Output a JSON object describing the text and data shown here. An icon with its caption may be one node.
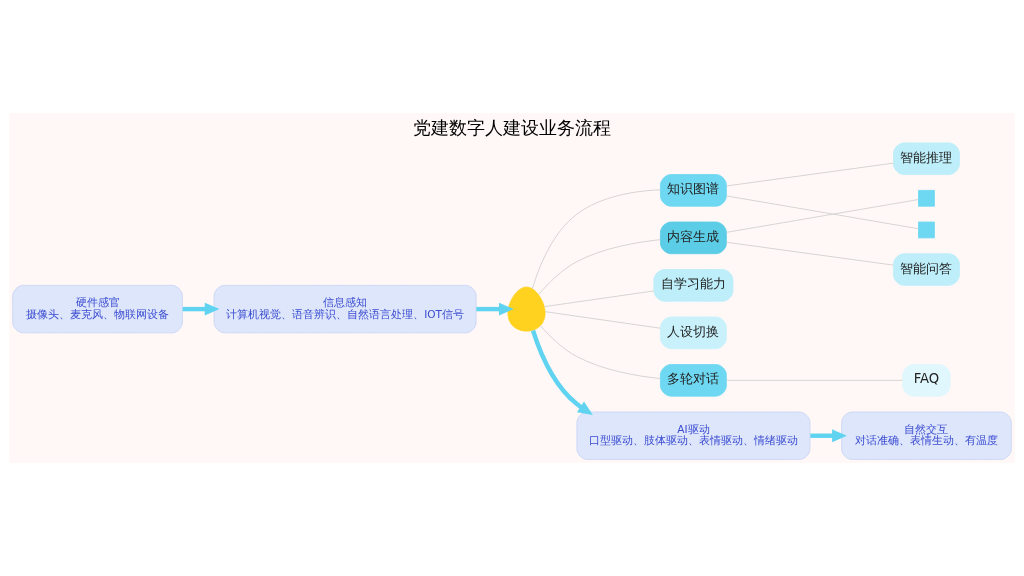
{
  "diagram": {
    "title": "党建数字人建设业务流程",
    "nodes": [
      {
        "text": [
          "智能推理"
        ]
      },
      {
        "text": [
          "自学习能力"
        ]
      },
      {
        "text": [
          "知识图谱"
        ]
      },
      {
        "text": [],
        "shape": "box"
      },
      {
        "text": [
          "内容生成"
        ]
      },
      {
        "text": [
          "智能问答"
        ]
      },
      {
        "text": [],
        "shape": "box"
      },
      {
        "text": [],
        "shape": "picture"
      },
      {
        "text": [
          "FAQ"
        ]
      },
      {
        "text": [
          "人设切换"
        ]
      },
      {
        "text": [
          "多轮对话"
        ]
      },
      {
        "text": [
          "信息感知",
          "计算机视觉、语音辨识、自然语言处理、IOT信号"
        ]
      },
      {
        "text": [
          "AI驱动",
          "口型驱动、肢体驱动、表情驱动、情绪驱动"
        ]
      },
      {
        "text": [
          "硬件感官",
          "摄像头、麦克风、物联网设备"
        ]
      },
      {
        "text": [
          "自然交互",
          "对话准确、表情生动、有温度"
        ]
      }
    ],
    "edges": [
      {
        "from": 13,
        "to": 11,
        "arrow": "to",
        "style": "thick",
        "color": "#5fd3f0"
      },
      {
        "from": 11,
        "to": 7,
        "arrow": "to",
        "style": "thick",
        "color": "#5fd3f0"
      },
      {
        "from": 7,
        "to": 12,
        "arrow": "to",
        "style": "thick",
        "color": "#5fd3f0"
      },
      {
        "from": 12,
        "to": 14,
        "arrow": "to",
        "style": "thick",
        "color": "#5fd3f0"
      },
      {
        "from": 7,
        "to": 1,
        "arrow": "none"
      },
      {
        "from": 7,
        "to": 4,
        "arrow": "none"
      },
      {
        "from": 7,
        "to": 2,
        "arrow": "none"
      },
      {
        "from": 7,
        "to": 9,
        "arrow": "none"
      },
      {
        "from": 7,
        "to": 10,
        "arrow": "none"
      },
      {
        "from": 4,
        "to": 3,
        "arrow": "none"
      },
      {
        "from": 4,
        "to": 5,
        "arrow": "none"
      },
      {
        "from": 2,
        "to": 0,
        "arrow": "none"
      },
      {
        "from": 2,
        "to": 6,
        "arrow": "none"
      },
      {
        "from": 10,
        "to": 8,
        "arrow": "none"
      }
    ]
  }
}
